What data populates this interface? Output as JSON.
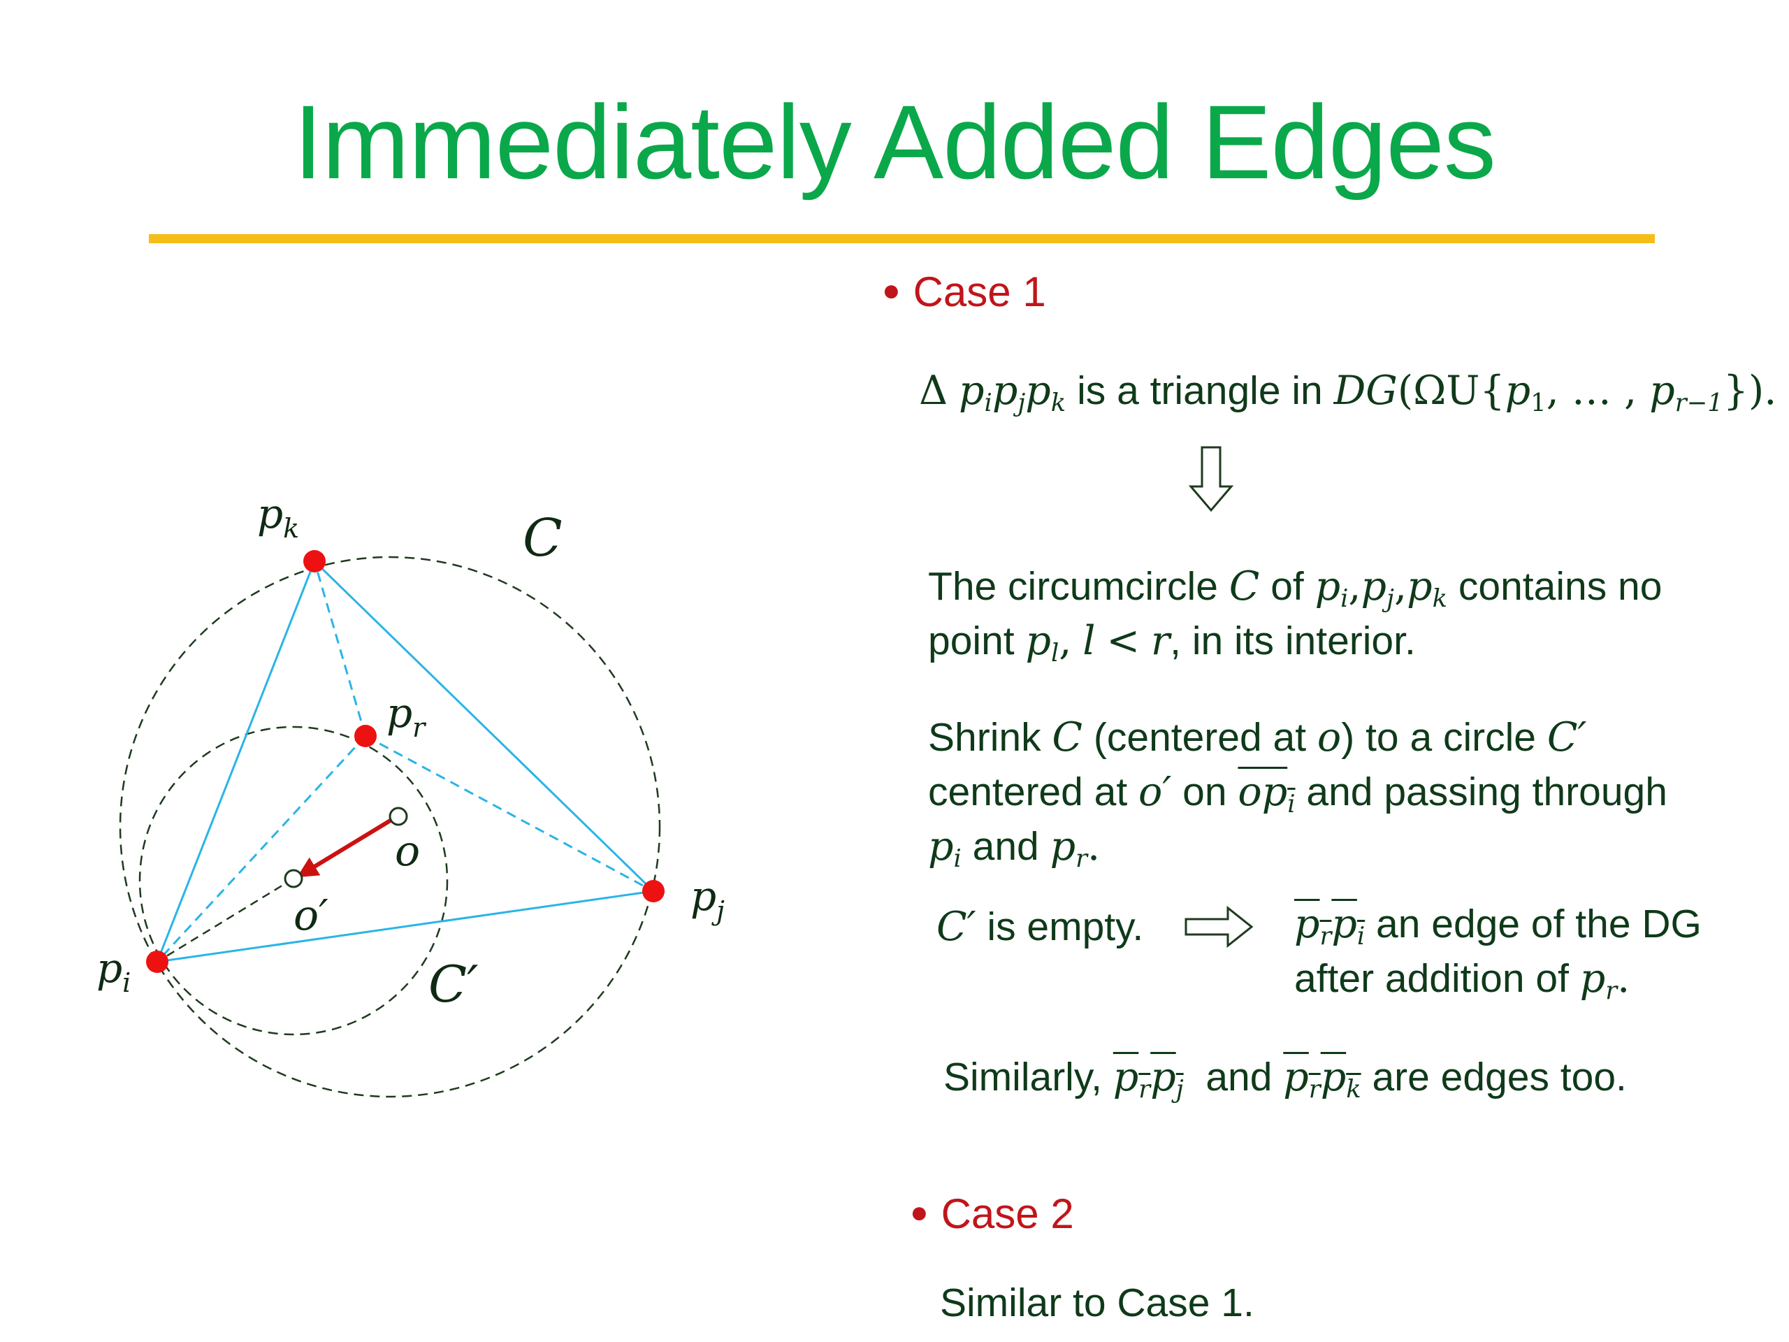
{
  "title": "Immediately Added Edges",
  "case1": {
    "label": "Case 1",
    "line1": {
      "text": "is a triangle in"
    },
    "para1": {
      "a": "The circumcircle",
      "b": "of",
      "c": "contains no",
      "d": "point",
      "e": ", in its interior."
    },
    "para2": {
      "a": "Shrink",
      "b": "(centered at",
      "c": ") to a circle",
      "d": "centered at",
      "e": "on",
      "f": "and passing through",
      "g": "and"
    },
    "empty": {
      "a": "is empty.",
      "b": "an edge of the DG",
      "c": "after addition of"
    },
    "similarly": {
      "a": "Similarly,",
      "b": "and",
      "c": "are edges too."
    }
  },
  "case2": {
    "label": "Case 2",
    "text": "Similar to Case 1."
  },
  "figure": {
    "labels": {
      "pk": "p",
      "pk_sub": "k",
      "pj": "p",
      "pj_sub": "j",
      "pi": "p",
      "pi_sub": "i",
      "pr": "p",
      "pr_sub": "r",
      "o": "o",
      "o_prime": "o′",
      "C": "C",
      "C_prime": "C′"
    }
  },
  "colors": {
    "title": "#0aa84a",
    "rule": "#f5bd18",
    "case": "#c0151b",
    "edge": "#2ab4e6",
    "point": "#ee1111",
    "circle": "#1f3a1f"
  }
}
